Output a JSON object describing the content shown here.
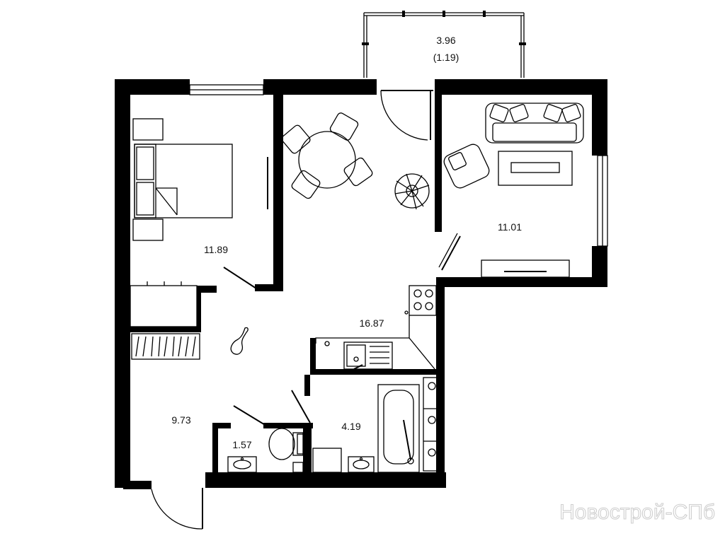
{
  "rooms": {
    "balcony_area": "3.96",
    "balcony_area_reduced": "(1.19)",
    "bedroom_area": "11.89",
    "kitchen_living_area": "16.87",
    "living_room_area": "11.01",
    "hall_area": "9.73",
    "wc_area": "1.57",
    "bathroom_area": "4.19"
  },
  "watermark": "Новострой-СПб",
  "colors": {
    "wall": "#000000",
    "line": "#000000",
    "background": "#ffffff",
    "watermark": "#cfcfcf"
  }
}
